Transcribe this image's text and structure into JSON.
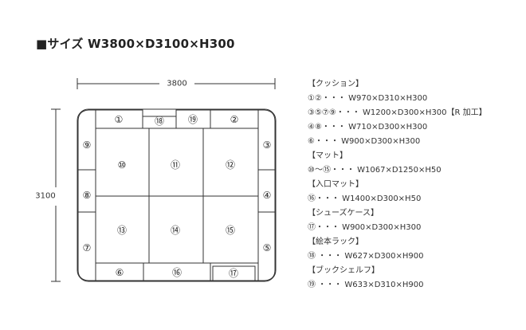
{
  "title": "■サイズ W3800×D3100×H300",
  "dimensions": {
    "width_label": "3800",
    "depth_label": "3100"
  },
  "pieces": {
    "p1": "①",
    "p2": "②",
    "p3": "③",
    "p4": "④",
    "p5": "⑤",
    "p6": "⑥",
    "p7": "⑦",
    "p8": "⑧",
    "p9": "⑨",
    "p10": "⑩",
    "p11": "⑪",
    "p12": "⑫",
    "p13": "⑬",
    "p14": "⑭",
    "p15": "⑮",
    "p16": "⑯",
    "p17": "⑰",
    "p18": "⑱",
    "p19": "⑲"
  },
  "spec": [
    "【クッション】",
    "①②・・・ W970×D310×H300",
    "③⑤⑦⑨・・・ W1200×D300×H300【R 加工】",
    "④⑧・・・ W710×D300×H300",
    "⑥・・・ W900×D300×H300",
    "【マット】",
    "⑩～⑮・・・ W1067×D1250×H50",
    "【入口マット】",
    "⑯・・・ W1400×D300×H50",
    "【シューズケース】",
    "⑰・・・ W900×D300×H300",
    "【絵本ラック】",
    "⑱ ・・・ W627×D300×H900",
    "【ブックシェルフ】",
    "⑲ ・・・ W633×D310×H900"
  ]
}
